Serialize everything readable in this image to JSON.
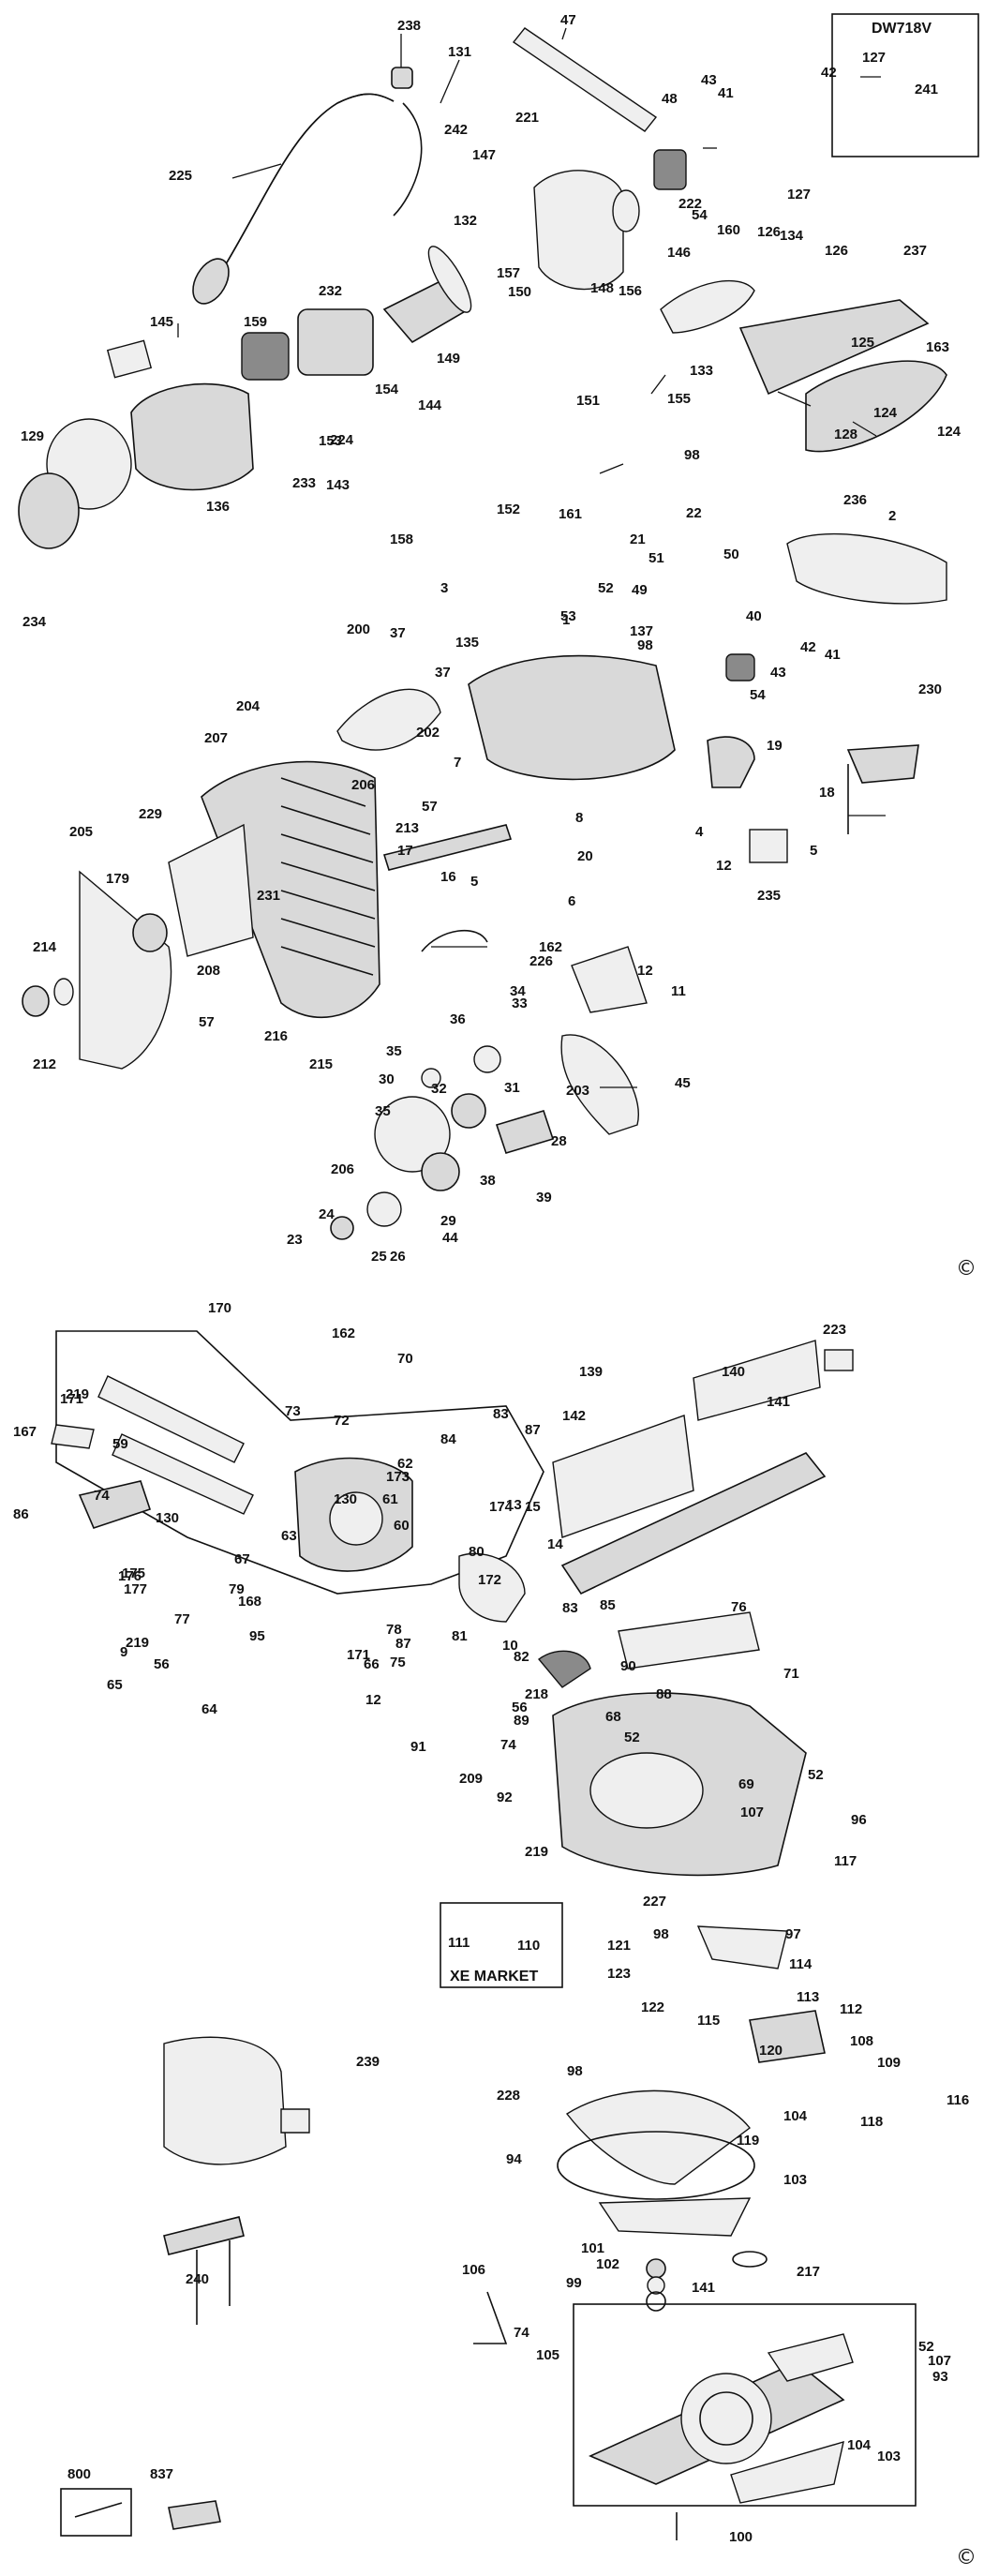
{
  "sheet_top": {
    "model_box_label": "DW718V",
    "copyright": "©",
    "callouts": [
      "238",
      "131",
      "47",
      "43",
      "41",
      "48",
      "42",
      "127",
      "241",
      "242",
      "221",
      "147",
      "225",
      "132",
      "222",
      "54",
      "160",
      "134",
      "126",
      "126",
      "237",
      "127",
      "232",
      "145",
      "159",
      "157",
      "150",
      "148",
      "156",
      "146",
      "133",
      "125",
      "163",
      "129",
      "154",
      "149",
      "144",
      "155",
      "124",
      "128",
      "124",
      "153",
      "224",
      "151",
      "98",
      "233",
      "136",
      "143",
      "152",
      "161",
      "236",
      "234",
      "2",
      "158",
      "3",
      "22",
      "21",
      "51",
      "50",
      "52",
      "49",
      "53",
      "1",
      "37",
      "200",
      "135",
      "137",
      "98",
      "40",
      "42",
      "41",
      "43",
      "54",
      "230",
      "204",
      "37",
      "202",
      "207",
      "19",
      "206",
      "7",
      "18",
      "229",
      "57",
      "8",
      "179",
      "213",
      "4",
      "17",
      "20",
      "5",
      "231",
      "12",
      "205",
      "16",
      "235",
      "5",
      "6",
      "214",
      "208",
      "162",
      "226",
      "12",
      "212",
      "57",
      "34",
      "11",
      "216",
      "215",
      "33",
      "36",
      "45",
      "35",
      "30",
      "31",
      "203",
      "32",
      "35",
      "28",
      "206",
      "38",
      "39",
      "24",
      "44",
      "23",
      "25",
      "26",
      "29"
    ]
  },
  "sheet_bottom": {
    "callouts": [
      "170",
      "162",
      "70",
      "219",
      "171",
      "73",
      "72",
      "167",
      "59",
      "83",
      "87",
      "142",
      "139",
      "140",
      "223",
      "141",
      "62",
      "84",
      "173",
      "86",
      "130",
      "130",
      "61",
      "174",
      "13",
      "15",
      "14",
      "74",
      "63",
      "67",
      "60",
      "80",
      "172",
      "175",
      "176",
      "177",
      "79",
      "168",
      "83",
      "85",
      "76",
      "77",
      "95",
      "78",
      "87",
      "81",
      "10",
      "82",
      "219",
      "171",
      "75",
      "9",
      "56",
      "66",
      "65",
      "64",
      "12",
      "56",
      "218",
      "89",
      "90",
      "88",
      "68",
      "52",
      "71",
      "91",
      "74",
      "209",
      "92",
      "69",
      "52",
      "107",
      "96",
      "219",
      "117",
      "227",
      "98",
      "97",
      "121",
      "114",
      "123",
      "122",
      "113",
      "112",
      "115",
      "108",
      "239",
      "98",
      "228",
      "120",
      "109",
      "116",
      "104",
      "118",
      "119",
      "94",
      "103",
      "141",
      "217",
      "240",
      "101",
      "102",
      "99",
      "106",
      "74",
      "105",
      "93",
      "52",
      "107",
      "104",
      "103",
      "800",
      "837",
      "100"
    ],
    "market_box": {
      "label": "XE MARKET",
      "callouts": [
        "111",
        "110"
      ]
    },
    "copyright": "©"
  }
}
